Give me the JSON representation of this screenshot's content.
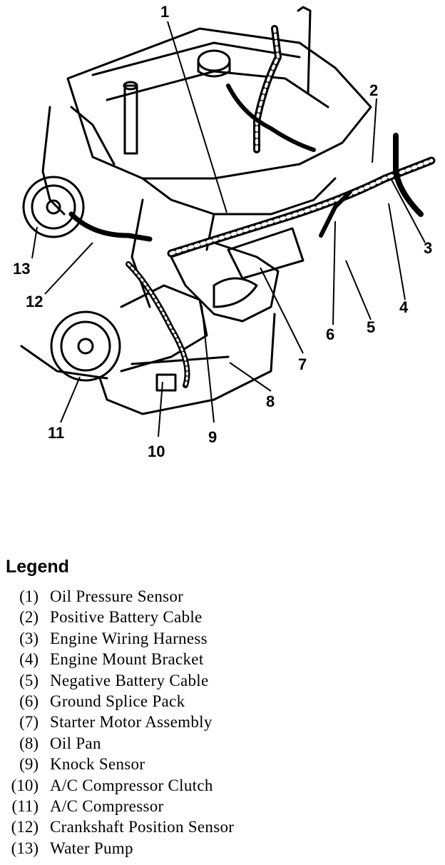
{
  "callouts": [
    "1",
    "2",
    "3",
    "4",
    "5",
    "6",
    "7",
    "8",
    "9",
    "10",
    "11",
    "12",
    "13"
  ],
  "legend": {
    "title": "Legend",
    "items": [
      {
        "num": "(1)",
        "label": "Oil Pressure Sensor"
      },
      {
        "num": "(2)",
        "label": "Positive Battery Cable"
      },
      {
        "num": "(3)",
        "label": "Engine Wiring Harness"
      },
      {
        "num": "(4)",
        "label": "Engine Mount Bracket"
      },
      {
        "num": "(5)",
        "label": "Negative Battery Cable"
      },
      {
        "num": "(6)",
        "label": "Ground Splice Pack"
      },
      {
        "num": "(7)",
        "label": "Starter Motor Assembly"
      },
      {
        "num": "(8)",
        "label": "Oil Pan"
      },
      {
        "num": "(9)",
        "label": "Knock Sensor"
      },
      {
        "num": "(10)",
        "label": "A/C Compressor Clutch"
      },
      {
        "num": "(11)",
        "label": "A/C Compressor"
      },
      {
        "num": "(12)",
        "label": "Crankshaft Position Sensor"
      },
      {
        "num": "(13)",
        "label": "Water Pump"
      }
    ]
  }
}
